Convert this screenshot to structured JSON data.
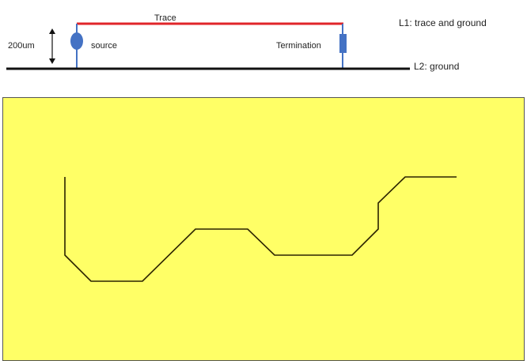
{
  "cross_section": {
    "trace_label": "Trace",
    "thickness_label": "200um",
    "source_label": "source",
    "termination_label": "Termination",
    "layer1_label": "L1: trace and ground",
    "layer2_label": "L2: ground"
  },
  "colors": {
    "trace": "#e0252a",
    "ground": "#111111",
    "component": "#4472c4",
    "board": "#ffff66"
  }
}
